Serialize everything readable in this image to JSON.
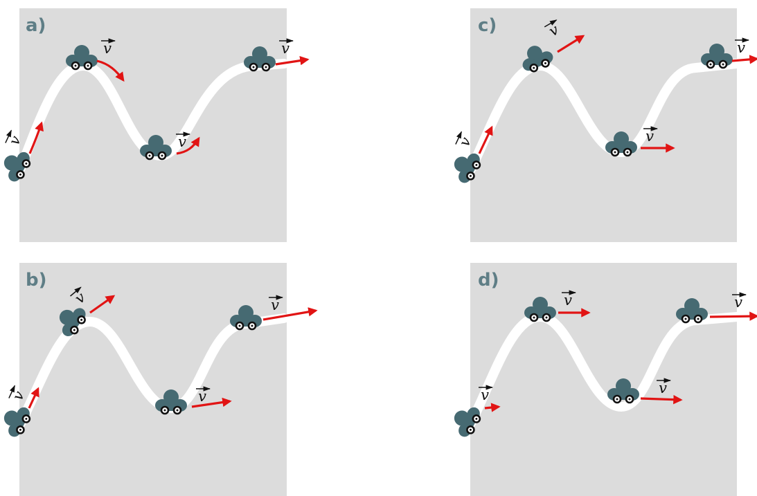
{
  "figure": {
    "vector_symbol": "v",
    "colors": {
      "panel_background": "#dcdcdc",
      "track": "#ffffff",
      "car": "#466a72",
      "velocity_arrow": "#e11414",
      "label_text": "#5f7e86",
      "vector_symbol": "#111111"
    },
    "icons": [
      "car-icon",
      "velocity-arrow-icon",
      "vector-symbol-icon"
    ],
    "panels": [
      {
        "id": "a",
        "label": "a)",
        "arrow_style": "curved-along-track",
        "car_count": 4
      },
      {
        "id": "b",
        "label": "b)",
        "arrow_style": "straight-tangent",
        "car_count": 4
      },
      {
        "id": "c",
        "label": "c)",
        "arrow_style": "straight-tangent",
        "car_count": 4
      },
      {
        "id": "d",
        "label": "d)",
        "arrow_style": "straight-horizontal",
        "car_count": 4
      }
    ]
  }
}
